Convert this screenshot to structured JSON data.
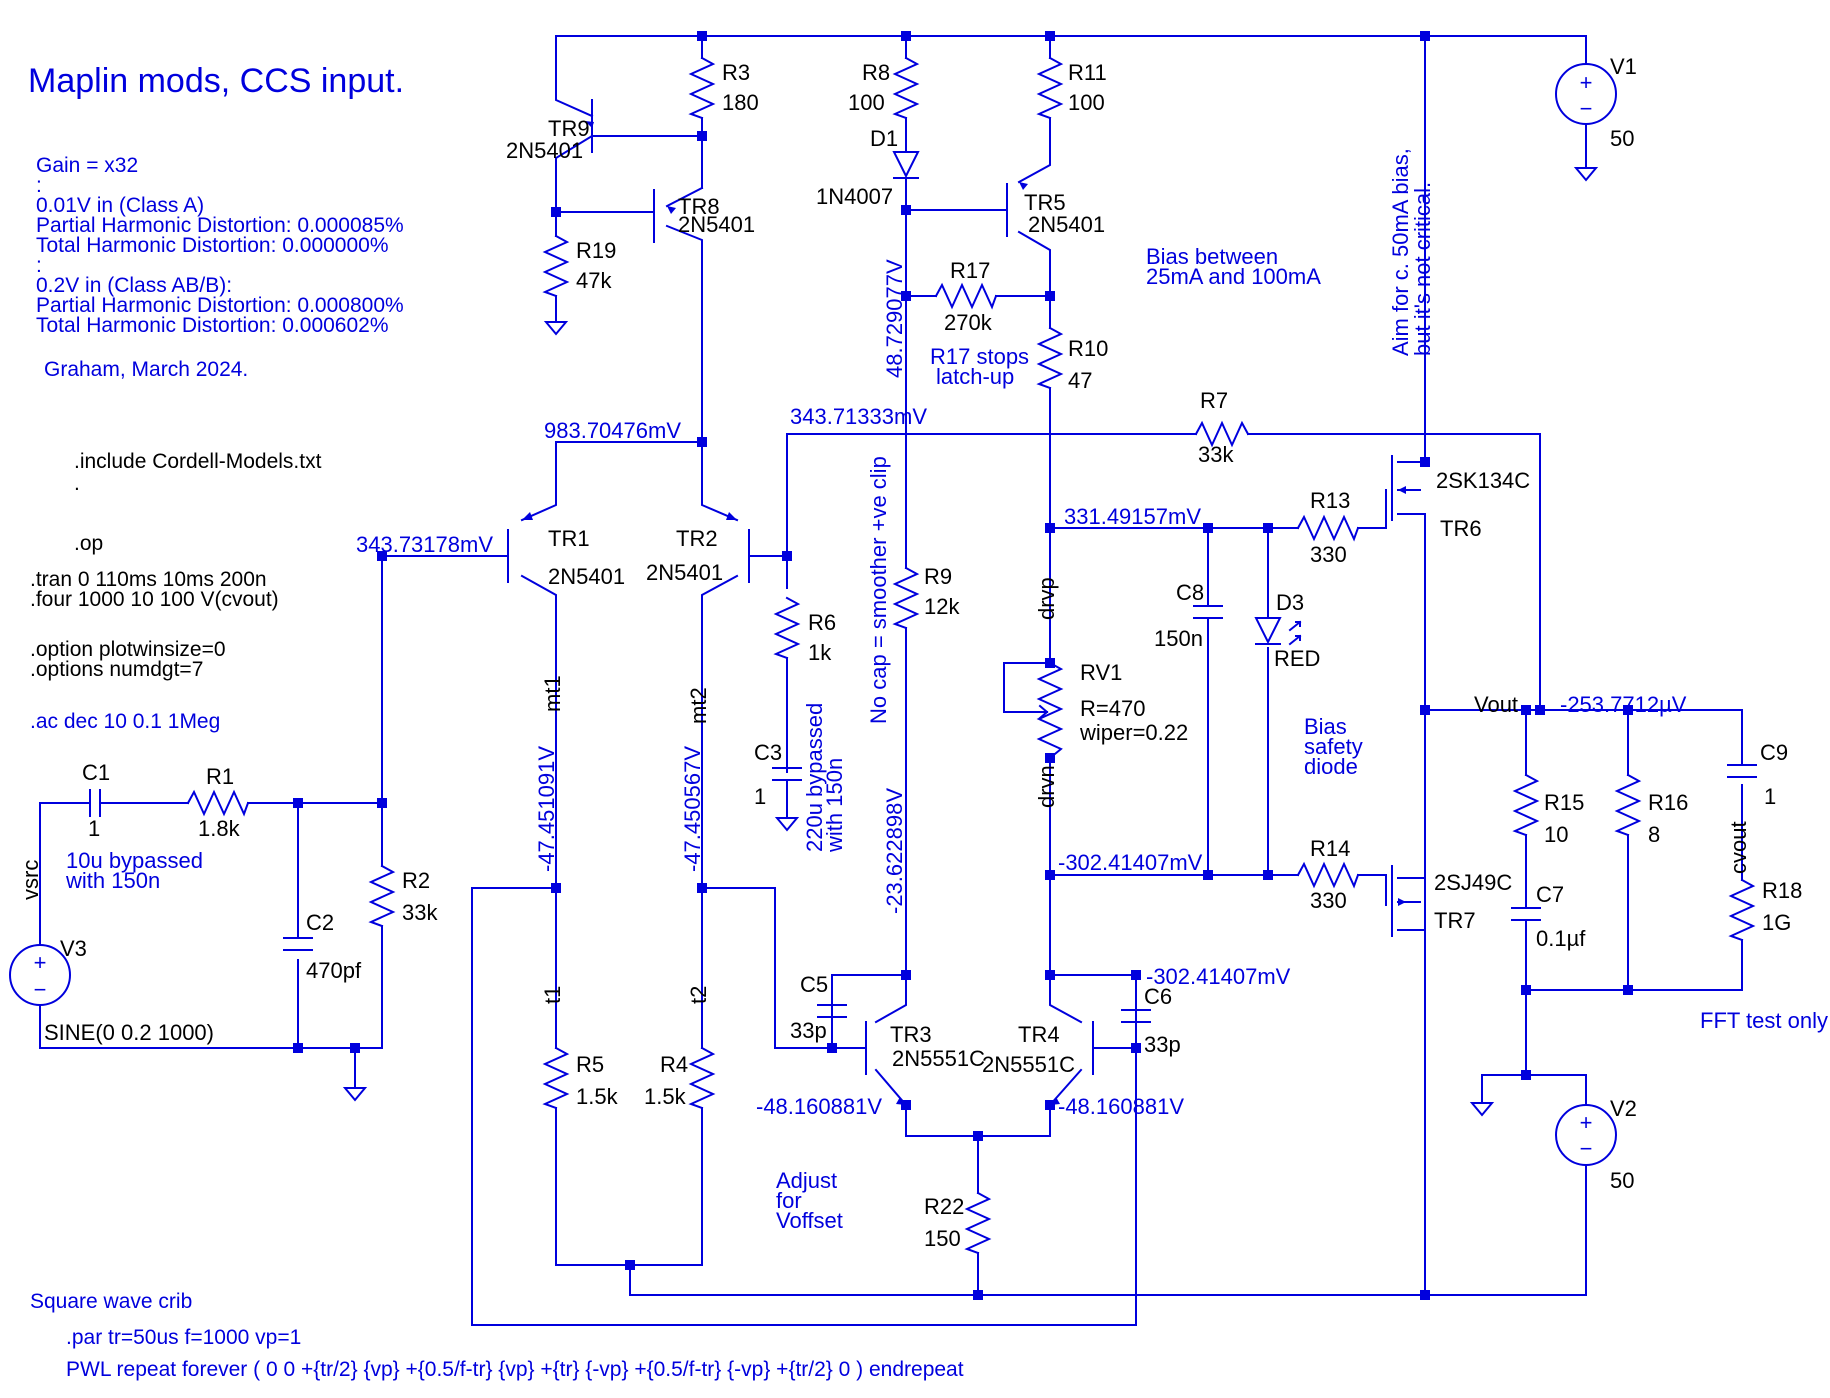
{
  "title": "Maplin mods, CCS input.",
  "notes": {
    "gain": "Gain = x32",
    "colon1": ":",
    "class_a_in": "0.01V in (Class A)",
    "phd_a": "Partial Harmonic Distortion: 0.000085%",
    "thd_a": "Total Harmonic Distortion:    0.000000%",
    "colon2": ":",
    "class_ab_in": "0.2V in (Class AB/B):",
    "phd_ab": "Partial Harmonic Distortion: 0.000800%",
    "thd_ab": "Total Harmonic Distortion:    0.000602%",
    "author": "Graham, March 2024."
  },
  "directives": {
    "include": ".include Cordell-Models.txt",
    "dot": ".",
    "op": ".op",
    "tran": ".tran 0 110ms 10ms 200n",
    "four": ".four 1000 10 100 V(cvout)",
    "plotwin": ".option plotwinsize=0",
    "numdgt": ".options numdgt=7",
    "ac": ".ac dec 10 0.1 1Meg",
    "sq_title": "Square wave crib",
    "par": ".par tr=50us f=1000 vp=1",
    "pwl": "PWL repeat forever ( 0 0 +{tr/2} {vp} +{0.5/f-tr} {vp} +{tr} {-vp} +{0.5/f-tr} {-vp} +{tr/2} 0 ) endrepeat"
  },
  "comments": {
    "c1_note_a": "10u bypassed",
    "c1_note_b": "with 150n",
    "bias_a": "Bias between",
    "bias_b": "25mA and 100mA",
    "aim_a": "Aim for c. 50mA bias,",
    "aim_b": "but it's not critical.",
    "r17_a": "R17 stops",
    "r17_b": "latch-up",
    "nocap": "No cap = smoother +ve clip",
    "c3_a": "220u bypassed",
    "c3_b": "with 150n",
    "bsd_a": "Bias",
    "bsd_b": "safety",
    "bsd_c": "diode",
    "adj_a": "Adjust",
    "adj_b": "for",
    "adj_c": "Voffset",
    "fft": "FFT test only"
  },
  "components": {
    "V1": {
      "name": "V1",
      "value": "50"
    },
    "V2": {
      "name": "V2",
      "value": "50"
    },
    "V3": {
      "name": "V3",
      "value": "SINE(0 0.2 1000)"
    },
    "R1": {
      "name": "R1",
      "value": "1.8k"
    },
    "R2": {
      "name": "R2",
      "value": "33k"
    },
    "R3": {
      "name": "R3",
      "value": "180"
    },
    "R4": {
      "name": "R4",
      "value": "1.5k"
    },
    "R5": {
      "name": "R5",
      "value": "1.5k"
    },
    "R6": {
      "name": "R6",
      "value": "1k"
    },
    "R7": {
      "name": "R7",
      "value": "33k"
    },
    "R8": {
      "name": "R8",
      "value": "100"
    },
    "R9": {
      "name": "R9",
      "value": "12k"
    },
    "R10": {
      "name": "R10",
      "value": "47"
    },
    "R11": {
      "name": "R11",
      "value": "100"
    },
    "R13": {
      "name": "R13",
      "value": "330"
    },
    "R14": {
      "name": "R14",
      "value": "330"
    },
    "R15": {
      "name": "R15",
      "value": "10"
    },
    "R16": {
      "name": "R16",
      "value": "8"
    },
    "R17": {
      "name": "R17",
      "value": "270k"
    },
    "R18": {
      "name": "R18",
      "value": "1G"
    },
    "R19": {
      "name": "R19",
      "value": "47k"
    },
    "R22": {
      "name": "R22",
      "value": "150"
    },
    "RV1": {
      "name": "RV1",
      "value": "R=470",
      "wiper": "wiper=0.22"
    },
    "C1": {
      "name": "C1",
      "value": "1"
    },
    "C2": {
      "name": "C2",
      "value": "470pf"
    },
    "C3": {
      "name": "C3",
      "value": "1"
    },
    "C5": {
      "name": "C5",
      "value": "33p"
    },
    "C6": {
      "name": "C6",
      "value": "33p"
    },
    "C7": {
      "name": "C7",
      "value": "0.1µf"
    },
    "C8": {
      "name": "C8",
      "value": "150n"
    },
    "C9": {
      "name": "C9",
      "value": "1"
    },
    "D1": {
      "name": "D1",
      "value": "1N4007"
    },
    "D3": {
      "name": "D3",
      "value": "RED"
    },
    "TR1": {
      "name": "TR1",
      "value": "2N5401"
    },
    "TR2": {
      "name": "TR2",
      "value": "2N5401"
    },
    "TR3": {
      "name": "TR3",
      "value": "2N5551C"
    },
    "TR4": {
      "name": "TR4",
      "value": "2N5551C"
    },
    "TR5": {
      "name": "TR5",
      "value": "2N5401"
    },
    "TR6": {
      "name": "TR6",
      "value": "2SK134C"
    },
    "TR7": {
      "name": "TR7",
      "value": "2SJ49C"
    },
    "TR8": {
      "name": "TR8",
      "value": "2N5401"
    },
    "TR9": {
      "name": "TR9",
      "value": "2N5401"
    }
  },
  "nets": {
    "vsrc": "vsrc",
    "mt1": "mt1",
    "mt2": "mt2",
    "t1": "t1",
    "t2": "t2",
    "drvp": "drvp",
    "drvn": "drvn",
    "vout": "Vout",
    "cvout": "cvout"
  },
  "voltages": {
    "v983": "983.70476mV",
    "v343a": "343.73178mV",
    "v343b": "343.71333mV",
    "v48_7": "48.729077V",
    "v331": "331.49157mV",
    "vout": "-253.7712µV",
    "v302a": "-302.41407mV",
    "v302b": "-302.41407mV",
    "mt1": "-47.451091V",
    "mt2": "-47.450567V",
    "v23": "-23.622898V",
    "v48_1a": "-48.160881V",
    "v48_1b": "-48.160881V"
  },
  "colors": {
    "wire": "#0000dd",
    "label": "#000000",
    "background": "#ffffff"
  }
}
